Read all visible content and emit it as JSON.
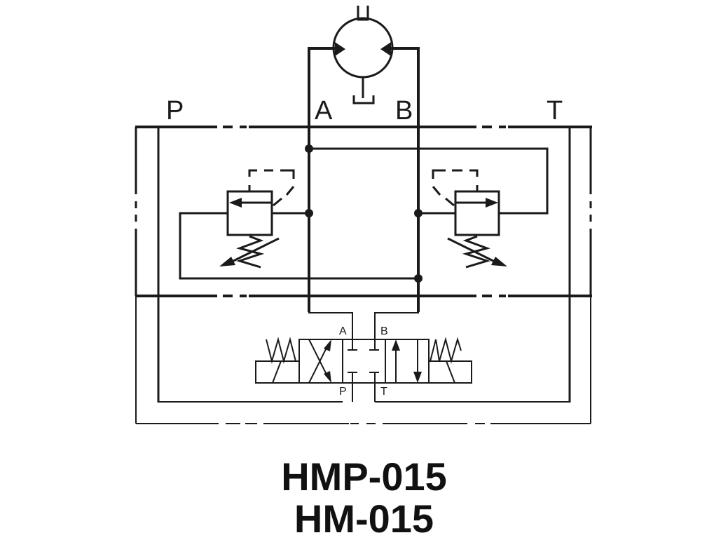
{
  "diagram": {
    "type": "hydraulic-schematic",
    "ports": {
      "pressure": "P",
      "tank": "T",
      "work_a": "A",
      "work_b": "B"
    },
    "directional_valve": {
      "port_a": "A",
      "port_b": "B",
      "port_p": "P",
      "port_t": "T"
    },
    "components": [
      {
        "id": "hydraulic-motor",
        "label": "bidirectional hydraulic motor"
      },
      {
        "id": "relief-valve-left",
        "label": "adjustable pressure relief valve (A side)"
      },
      {
        "id": "relief-valve-right",
        "label": "adjustable pressure relief valve (B side)"
      },
      {
        "id": "directional-valve",
        "label": "4/3 solenoid directional control valve, spring centered"
      }
    ]
  },
  "titles": {
    "line1": "HMP-015",
    "line2": "HM-015"
  },
  "colors": {
    "ink": "#1a1a1a",
    "background": "#ffffff"
  }
}
